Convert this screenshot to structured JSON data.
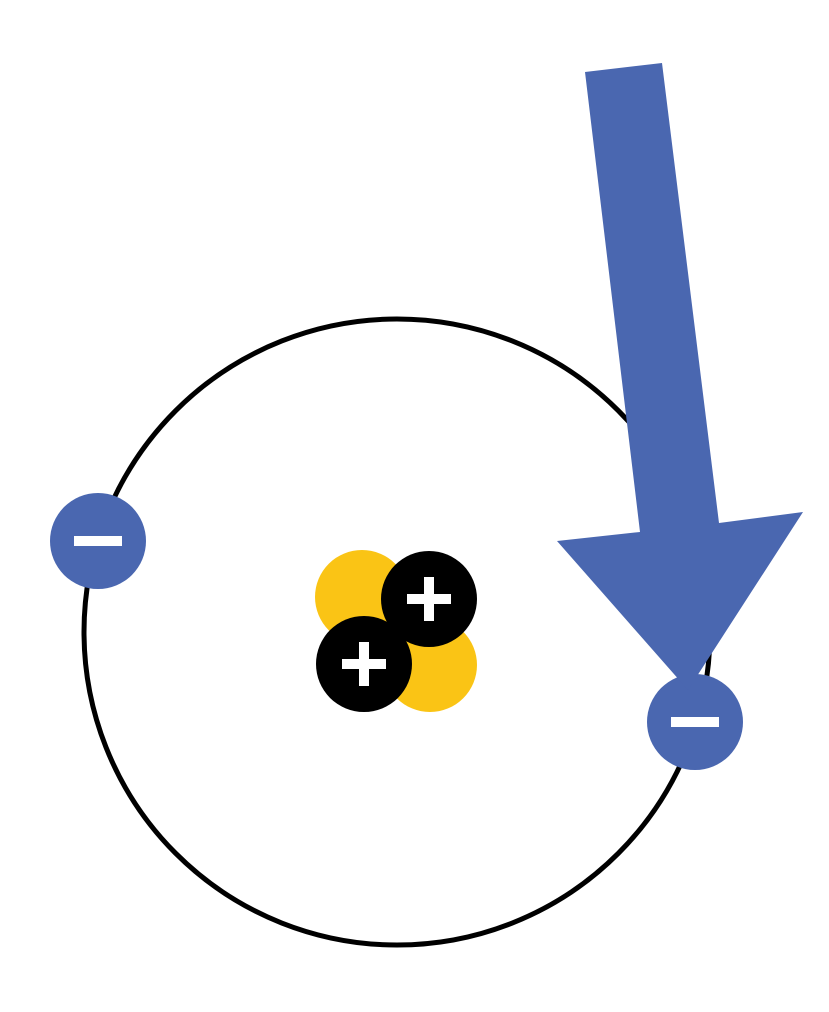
{
  "diagram": {
    "subject": "atom",
    "colors": {
      "background": "#ffffff",
      "orbit": "#000000",
      "electron": "#4a67b0",
      "neutron": "#fac415",
      "proton": "#000000",
      "sign": "#ffffff",
      "arrow": "#4a67b0"
    },
    "nucleus": {
      "protons": 2,
      "neutrons": 2,
      "proton_symbol": "+"
    },
    "electrons": {
      "count": 2,
      "symbol": "−"
    },
    "arrow": {
      "icon": "arrow-down-icon",
      "points_to": "electron-right"
    }
  }
}
